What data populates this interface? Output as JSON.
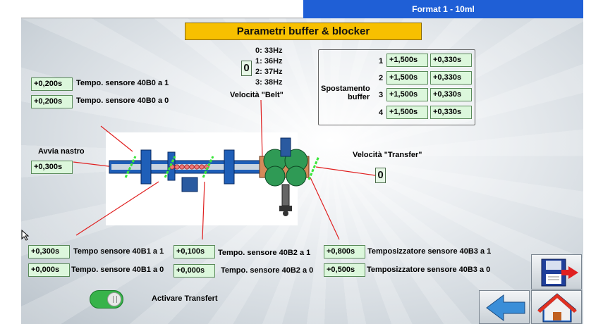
{
  "header": {
    "format_title": "Format 1 - 10ml"
  },
  "page_title": "Parametri buffer & blocker",
  "belt_speed": {
    "value": "0",
    "options": [
      "0: 33Hz",
      "1: 36Hz",
      "2: 37Hz",
      "3: 38Hz"
    ],
    "label": "Velocità \"Belt\""
  },
  "transfer_speed": {
    "label": "Velocità \"Transfer\"",
    "value": "0"
  },
  "sensor_40b0": {
    "to_1": {
      "value": "+0,200s",
      "label": "Tempo. sensore 40B0 a 1"
    },
    "to_0": {
      "value": "+0,200s",
      "label": "Tempo. sensore 40B0 a 0"
    }
  },
  "start_belt": {
    "label": "Avvia nastro",
    "value": "+0,300s"
  },
  "buffer_shift": {
    "label_line1": "Spostamento",
    "label_line2": "buffer",
    "rows": [
      {
        "n": "1",
        "a": "+1,500s",
        "b": "+0,330s"
      },
      {
        "n": "2",
        "a": "+1,500s",
        "b": "+0,330s"
      },
      {
        "n": "3",
        "a": "+1,500s",
        "b": "+0,330s"
      },
      {
        "n": "4",
        "a": "+1,500s",
        "b": "+0,330s"
      }
    ]
  },
  "sensor_40b1": {
    "to_1": {
      "value": "+0,300s",
      "label": "Tempo sensore 40B1 a 1"
    },
    "to_0": {
      "value": "+0,000s",
      "label": "Tempo. sensore 40B1 a 0"
    }
  },
  "sensor_40b2": {
    "to_1": {
      "value": "+0,100s",
      "label": "Tempo. sensore 40B2 a 1"
    },
    "to_0": {
      "value": "+0,000s",
      "label": "Tempo. sensore 40B2 a 0"
    }
  },
  "timer_40b3": {
    "to_1": {
      "value": "+0,800s",
      "label": "Temposizzatore sensore 40B3 a 1"
    },
    "to_0": {
      "value": "+0,500s",
      "label": "Temposizzatore sensore 40B3 a 0"
    }
  },
  "transfer_toggle": {
    "label": "Activare Transfert",
    "on": true
  },
  "icons": {
    "save": "save-icon",
    "back": "arrow-left-icon",
    "home": "home-icon"
  },
  "colors": {
    "title_bg": "#f7c000",
    "header_bar": "#1f5fd6",
    "value_bg": "#dcf7dc",
    "toggle_on": "#37b34a"
  }
}
